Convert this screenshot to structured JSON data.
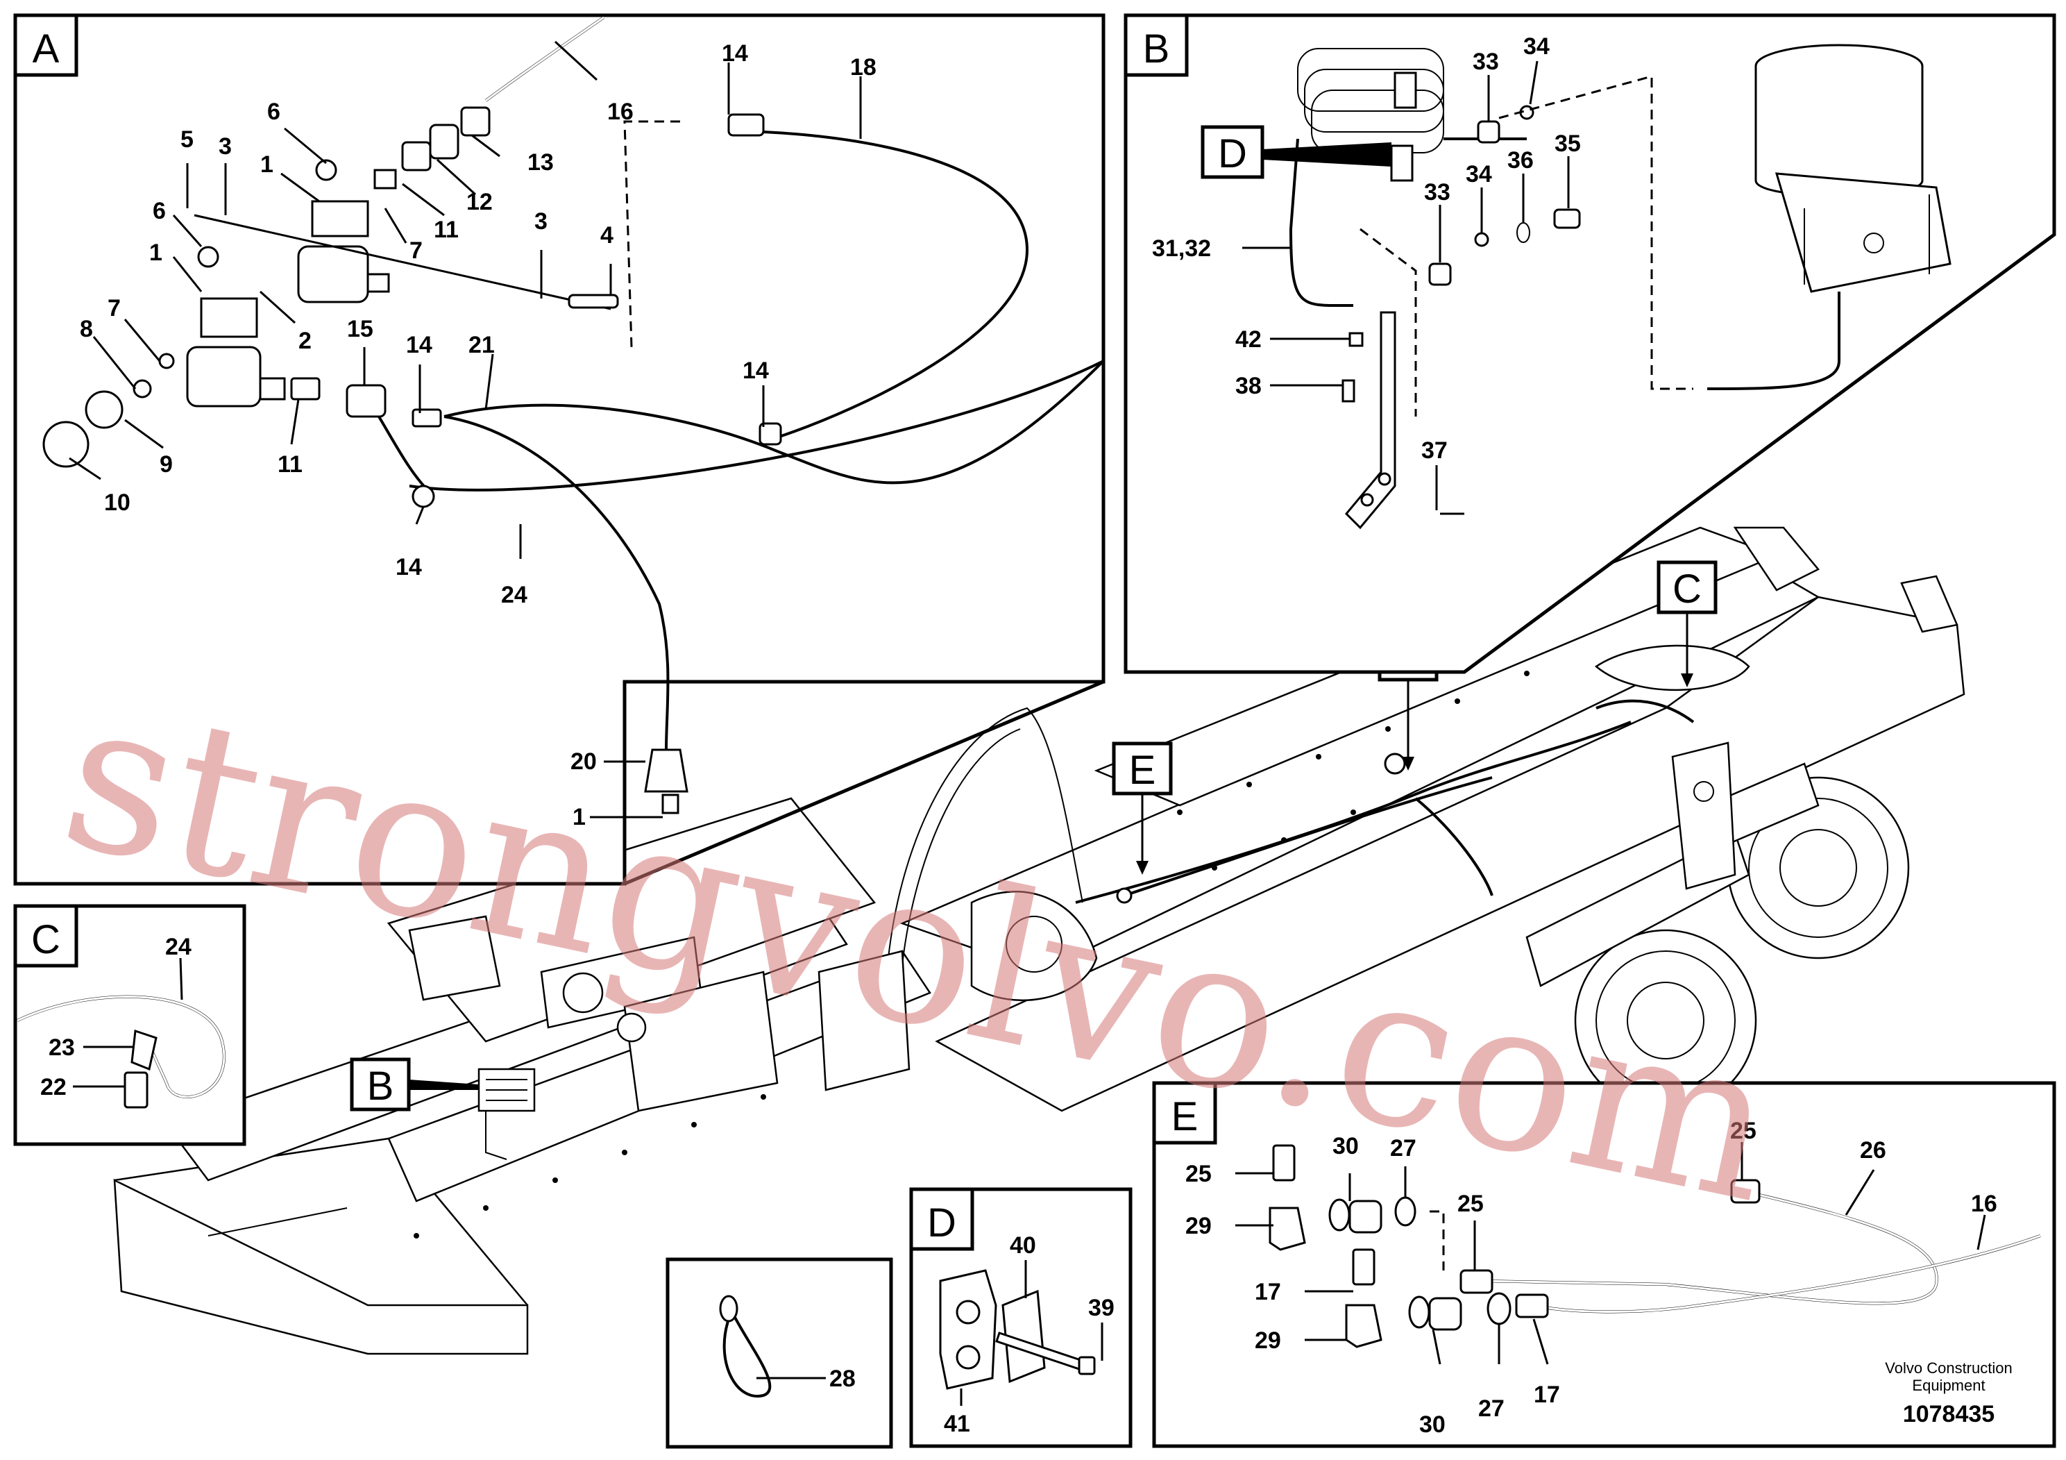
{
  "diagram": {
    "watermark": "strongvolvo.com",
    "footer": {
      "company_line1": "Volvo Construction",
      "company_line2": "Equipment",
      "drawing_number": "1078435"
    },
    "panels": {
      "A": {
        "label": "A",
        "parts": [
          "16",
          "14",
          "18",
          "6",
          "5",
          "3",
          "1",
          "13",
          "12",
          "11",
          "7",
          "6",
          "1",
          "2",
          "7",
          "8",
          "3",
          "4",
          "15",
          "14",
          "21",
          "9",
          "11",
          "10",
          "14",
          "14",
          "24",
          "20",
          "1"
        ]
      },
      "B": {
        "label": "B",
        "parts": [
          "33",
          "34",
          "35",
          "36",
          "33",
          "34",
          "31,32",
          "42",
          "38",
          "37"
        ],
        "callout": "D"
      },
      "C": {
        "label": "C",
        "parts": [
          "24",
          "23",
          "22"
        ]
      },
      "D": {
        "label": "D",
        "parts": [
          "40",
          "39",
          "41"
        ]
      },
      "E": {
        "label": "E",
        "parts": [
          "25",
          "30",
          "27",
          "25",
          "26",
          "16",
          "29",
          "25",
          "17",
          "29",
          "30",
          "27",
          "17"
        ]
      },
      "clip": {
        "parts": [
          "28"
        ]
      }
    },
    "machine_callouts": [
      "A",
      "C",
      "E",
      "B"
    ]
  }
}
